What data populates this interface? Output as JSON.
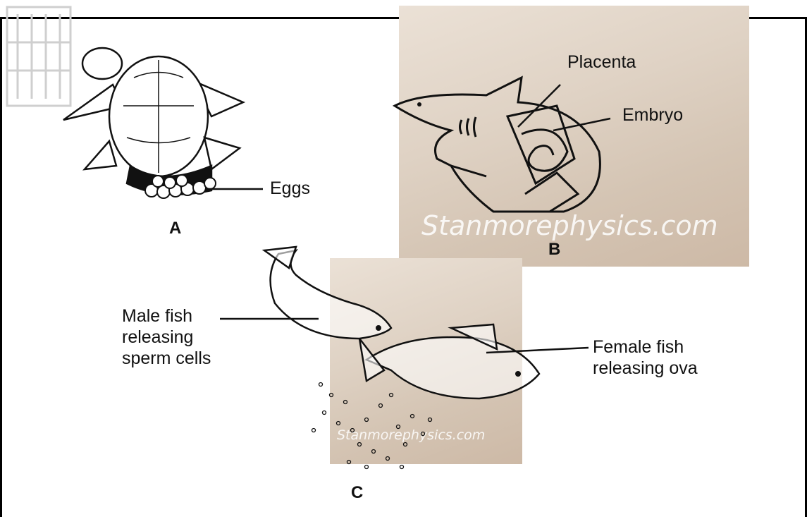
{
  "figure": {
    "panel_a": {
      "letter": "A",
      "eggs_label": "Eggs"
    },
    "panel_b": {
      "letter": "B",
      "placenta_label": "Placenta",
      "embryo_label": "Embryo",
      "watermark": "Stanmorephysics.com"
    },
    "panel_c": {
      "letter": "C",
      "male_label": "Male fish\nreleasing\nsperm cells",
      "female_label": "Female fish\nreleasing ova",
      "watermark": "Stanmorephysics.com"
    }
  },
  "colors": {
    "ink": "#111111",
    "frame": "#000000",
    "photo_bg": "#dfd2c4"
  },
  "icons": [
    "turtle-illustration",
    "shark-illustration",
    "fish-illustration",
    "logo-mark"
  ]
}
